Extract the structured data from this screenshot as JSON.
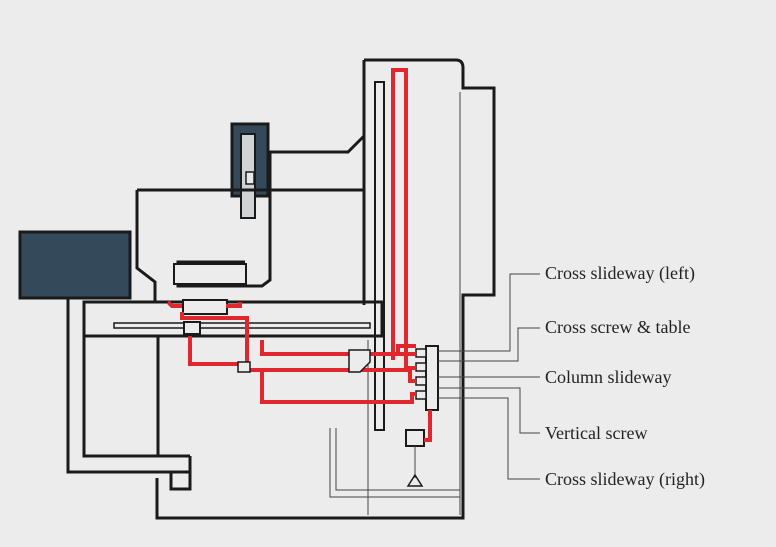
{
  "colors": {
    "background": "#ECECEC",
    "machine_outline": "#1A1A1A",
    "lubrication_line": "#E1262C",
    "dark_panel": "#34495A",
    "leader_line": "#444444"
  },
  "labels": {
    "cross_slideway_left": "Cross slideway (left)",
    "cross_screw_table": "Cross screw & table",
    "column_slideway": "Column slideway",
    "vertical_screw": "Vertical screw",
    "cross_slideway_right": "Cross slideway (right)"
  }
}
